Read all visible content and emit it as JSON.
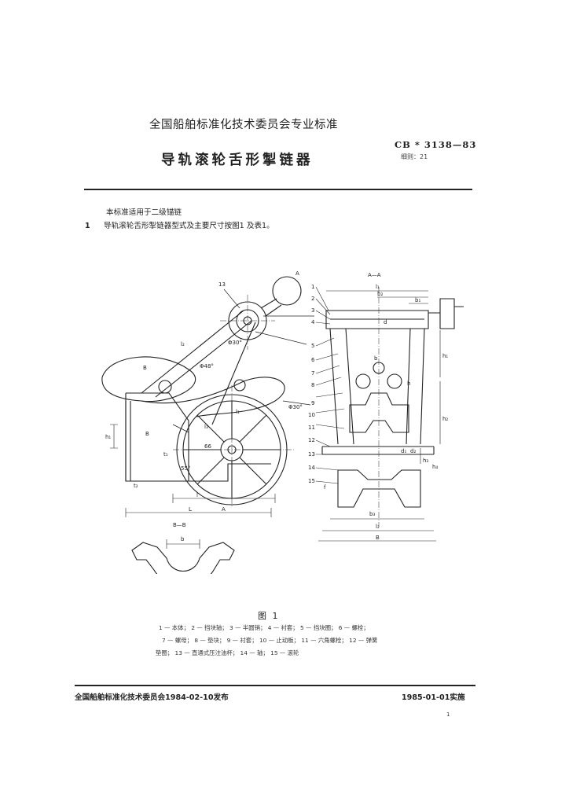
{
  "header": {
    "organization": "全国船舶标准化技术委员会专业标准",
    "title": "导轨滚轮舌形掣链器",
    "standard_code": "CB * 3138—83",
    "classification": "细则：21"
  },
  "body": {
    "intro": "本标准适用于二级锚链",
    "section": {
      "number": "1",
      "text": "导轨滚轮舌形掣链器型式及主要尺寸按图1 及表1。"
    }
  },
  "figure": {
    "caption": "图 1",
    "section_labels": {
      "aa": "A—A",
      "bb": "B—B",
      "a": "A",
      "b": "B"
    },
    "callouts": [
      "1",
      "2",
      "3",
      "4",
      "5",
      "6",
      "7",
      "8",
      "9",
      "10",
      "11",
      "12",
      "13",
      "14",
      "15",
      "13"
    ],
    "angle_labels": [
      "Φ30°",
      "Φ48°",
      "Φ30°",
      "55°",
      "66"
    ],
    "dimension_labels": {
      "l": "l",
      "L": "L",
      "l1": "l₁",
      "l2": "l₂",
      "l3": "l₃",
      "b": "b",
      "b1": "b₁",
      "b2": "b₂",
      "b3": "b₃",
      "h": "h",
      "h1": "h₁",
      "h2": "h₂",
      "h3": "h₃",
      "h4": "h₄",
      "d": "d",
      "d1": "d₁",
      "d2": "d₂",
      "t1": "t₁",
      "t2": "t₂",
      "B": "B",
      "f": "f",
      "A": "A"
    },
    "legend": [
      "1 — 本体； 2 — 挡块轴； 3 — 半圆销； 4 — 衬套； 5 — 挡块圈； 6 — 螺栓；",
      "7 — 螺母； 8 — 垫块； 9 — 衬套； 10 — 止动板； 11 — 六角螺栓； 12 — 弹簧",
      "垫圈； 13 — 直通式压注油杯； 14 — 轴； 15 — 滚轮"
    ]
  },
  "footer": {
    "issued": "全国船舶标准化技术委员会1984-02-10发布",
    "effective": "1985-01-01实施",
    "page_number": "1"
  }
}
